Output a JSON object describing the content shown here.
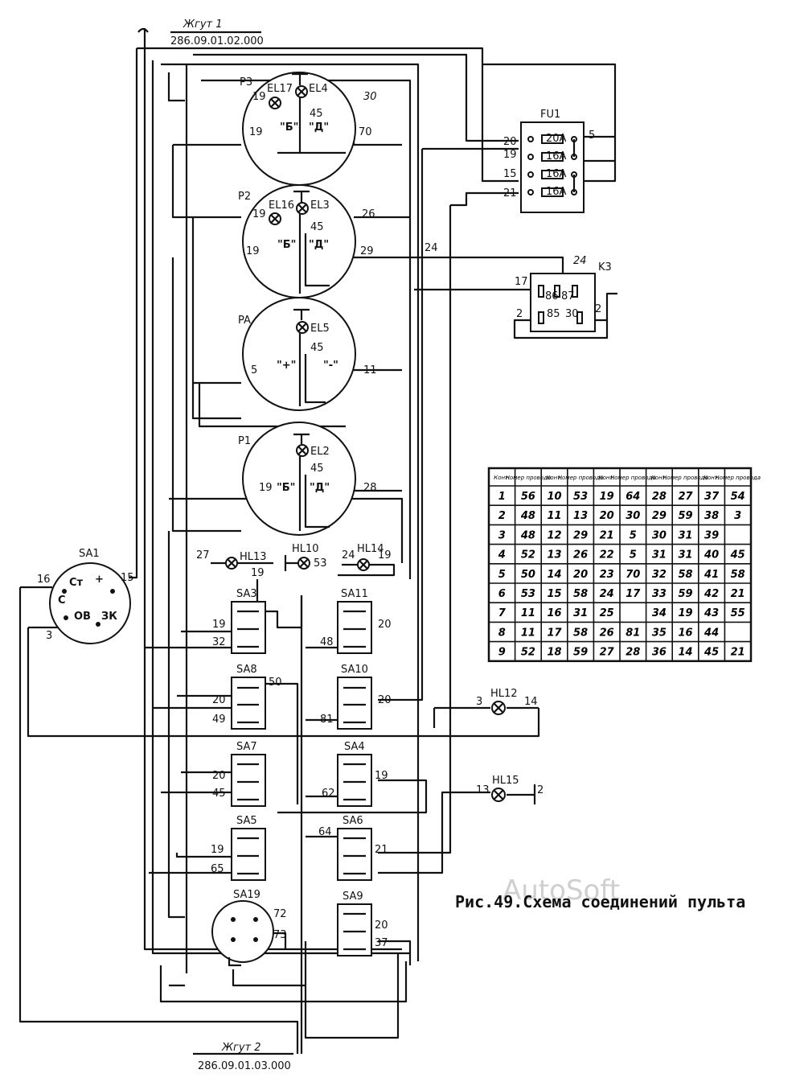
{
  "harness1": {
    "title": "Жгут 1",
    "code": "286.09.01.02.000"
  },
  "harness2": {
    "title": "Жгут 2",
    "code": "286.09.01.03.000"
  },
  "caption": "Рис.49.Схема соединений пульта",
  "watermark": "AutoSoft",
  "devices": {
    "P3": {
      "name": "P3",
      "lampA": "EL17",
      "lampB": "EL4",
      "wire_left_top": "19",
      "wire_left_bottom": "19",
      "wire_center": "45",
      "wire_right_top": "30",
      "wire_right_bottom": "70",
      "label_b": "\"Б\"",
      "label_d": "\"Д\""
    },
    "P2": {
      "name": "P2",
      "lampA": "EL16",
      "lampB": "EL3",
      "wire_left_top": "19",
      "wire_left_bottom": "19",
      "wire_center": "45",
      "wire_right_top": "26",
      "wire_right_bottom": "29",
      "label_b": "\"Б\"",
      "label_d": "\"Д\""
    },
    "PA": {
      "name": "PA",
      "lampB": "EL5",
      "wire_center": "45",
      "wire_left": "5",
      "wire_right": "11",
      "label_plus": "\"+\"",
      "label_minus": "\"-\""
    },
    "P1": {
      "name": "P1",
      "lampB": "EL2",
      "wire_center": "45",
      "wire_left": "19",
      "wire_right": "28",
      "label_b": "\"Б\"",
      "label_d": "\"Д\""
    }
  },
  "fu1": {
    "name": "FU1",
    "left_wires": [
      "20",
      "19",
      "15",
      "21"
    ],
    "right_wire": "5",
    "ratings": [
      "20A",
      "16A",
      "16A",
      "16A"
    ]
  },
  "k3": {
    "name": "K3",
    "w17": "17",
    "w24": "24",
    "w2l": "2",
    "w2r": "2",
    "pins": [
      "86",
      "85",
      "87",
      "30"
    ]
  },
  "side_wires": {
    "w24": "24"
  },
  "sa1": {
    "name": "SA1",
    "w16": "16",
    "w15": "15",
    "w3": "3",
    "st": "Ст",
    "plus": "+",
    "c": "С",
    "ov": "ОВ",
    "zk": "ЗК"
  },
  "lamps": {
    "hl13": {
      "name": "HL13",
      "w27": "27",
      "w19": "19"
    },
    "hl10": {
      "name": "HL10",
      "w53": "53"
    },
    "hl14": {
      "name": "HL14",
      "w24": "24",
      "w19": "19"
    },
    "hl12": {
      "name": "HL12",
      "w3": "3",
      "w14": "14"
    },
    "hl15": {
      "name": "HL15",
      "w13": "13",
      "w2": "2"
    }
  },
  "switches": {
    "SA3": {
      "name": "SA3",
      "a": "19",
      "b": "32"
    },
    "SA11": {
      "name": "SA11",
      "a": "20",
      "b": "48"
    },
    "SA8": {
      "name": "SA8",
      "a": "50",
      "b": "20",
      "c": "49"
    },
    "SA10": {
      "name": "SA10",
      "a": "20",
      "b": "81"
    },
    "SA7": {
      "name": "SA7",
      "a": "20",
      "b": "45"
    },
    "SA4": {
      "name": "SA4",
      "a": "19",
      "b": "62"
    },
    "SA5": {
      "name": "SA5",
      "a": "19",
      "b": "65"
    },
    "SA6": {
      "name": "SA6",
      "a": "64",
      "b": "21"
    },
    "SA19": {
      "name": "SA19",
      "a": "72",
      "b": "73"
    },
    "SA9": {
      "name": "SA9",
      "a": "20",
      "b": "37"
    }
  },
  "table": {
    "headers": [
      "Конт.",
      "Номер провода",
      "Конт.",
      "Номер провода",
      "Конт.",
      "Номер провода",
      "Конт.",
      "Номер провода",
      "Конт.",
      "Номер провода"
    ],
    "rows": [
      [
        "1",
        "56",
        "10",
        "53",
        "19",
        "64",
        "28",
        "27",
        "37",
        "54"
      ],
      [
        "2",
        "48",
        "11",
        "13",
        "20",
        "30",
        "29",
        "59",
        "38",
        "3"
      ],
      [
        "3",
        "48",
        "12",
        "29",
        "21",
        "5",
        "30",
        "31",
        "39",
        ""
      ],
      [
        "4",
        "52",
        "13",
        "26",
        "22",
        "5",
        "31",
        "31",
        "40",
        "45"
      ],
      [
        "5",
        "50",
        "14",
        "20",
        "23",
        "70",
        "32",
        "58",
        "41",
        "58"
      ],
      [
        "6",
        "53",
        "15",
        "58",
        "24",
        "17",
        "33",
        "59",
        "42",
        "21"
      ],
      [
        "7",
        "11",
        "16",
        "31",
        "25",
        "",
        "34",
        "19",
        "43",
        "55"
      ],
      [
        "8",
        "11",
        "17",
        "58",
        "26",
        "81",
        "35",
        "16",
        "44",
        ""
      ],
      [
        "9",
        "52",
        "18",
        "59",
        "27",
        "28",
        "36",
        "14",
        "45",
        "21"
      ]
    ]
  }
}
